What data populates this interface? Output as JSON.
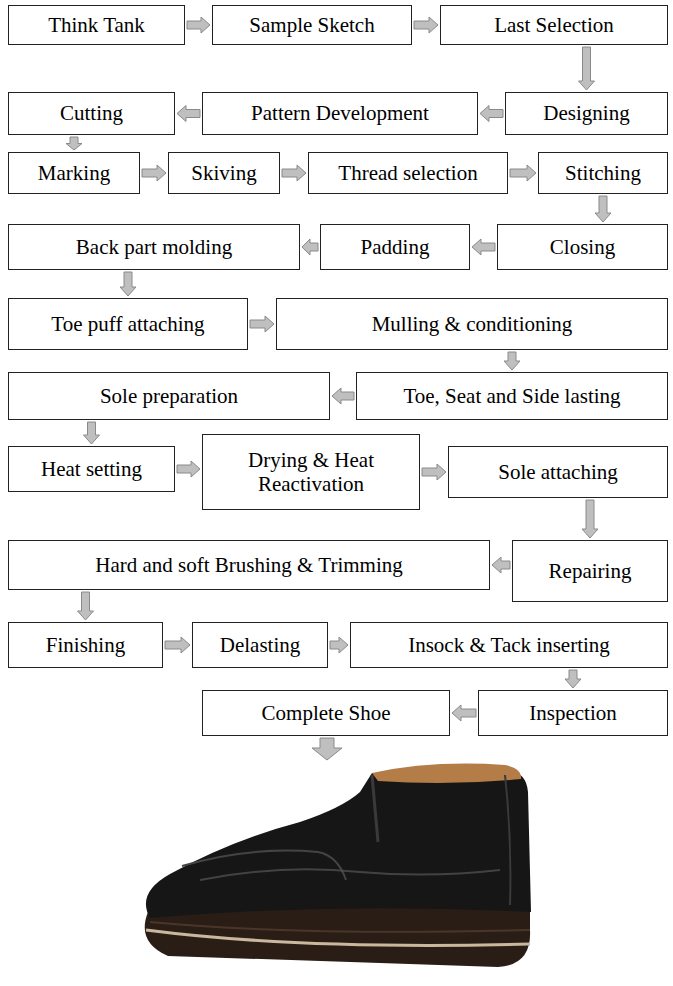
{
  "diagram": {
    "nodes": [
      {
        "text": [
          "Think Tank"
        ]
      },
      {
        "text": [
          "Sample Sketch"
        ]
      },
      {
        "text": [
          "Last Selection"
        ]
      },
      {
        "text": [
          "Designing"
        ]
      },
      {
        "text": [
          "Pattern Development"
        ]
      },
      {
        "text": [
          "Cutting"
        ]
      },
      {
        "text": [
          "Marking"
        ]
      },
      {
        "text": [
          "Skiving"
        ]
      },
      {
        "text": [
          "Thread selection"
        ]
      },
      {
        "text": [
          "Stitching"
        ]
      },
      {
        "text": [
          "Closing"
        ]
      },
      {
        "text": [
          "Padding"
        ]
      },
      {
        "text": [
          "Back part molding"
        ]
      },
      {
        "text": [
          "Toe puff attaching"
        ]
      },
      {
        "text": [
          "Mulling & conditioning"
        ]
      },
      {
        "text": [
          "Toe, Seat and Side lasting"
        ]
      },
      {
        "text": [
          "Sole preparation"
        ]
      },
      {
        "text": [
          "Heat setting"
        ]
      },
      {
        "text": [
          "Drying & Heat Reactivation"
        ]
      },
      {
        "text": [
          "Sole attaching"
        ]
      },
      {
        "text": [
          "Repairing"
        ]
      },
      {
        "text": [
          "Hard and soft Brushing & Trimming"
        ]
      },
      {
        "text": [
          "Finishing"
        ]
      },
      {
        "text": [
          "Delasting"
        ]
      },
      {
        "text": [
          "Insock & Tack inserting"
        ]
      },
      {
        "text": [
          "Inspection"
        ]
      },
      {
        "text": [
          "Complete Shoe"
        ]
      }
    ],
    "edges": [
      {
        "from": 0,
        "to": 1,
        "arrow": "to"
      },
      {
        "from": 1,
        "to": 2,
        "arrow": "to"
      },
      {
        "from": 2,
        "to": 3,
        "arrow": "to"
      },
      {
        "from": 3,
        "to": 4,
        "arrow": "to"
      },
      {
        "from": 4,
        "to": 5,
        "arrow": "to"
      },
      {
        "from": 5,
        "to": 6,
        "arrow": "to"
      },
      {
        "from": 6,
        "to": 7,
        "arrow": "to"
      },
      {
        "from": 7,
        "to": 8,
        "arrow": "to"
      },
      {
        "from": 8,
        "to": 9,
        "arrow": "to"
      },
      {
        "from": 9,
        "to": 10,
        "arrow": "to"
      },
      {
        "from": 10,
        "to": 11,
        "arrow": "to"
      },
      {
        "from": 11,
        "to": 12,
        "arrow": "to"
      },
      {
        "from": 12,
        "to": 13,
        "arrow": "to"
      },
      {
        "from": 13,
        "to": 14,
        "arrow": "to"
      },
      {
        "from": 14,
        "to": 15,
        "arrow": "to"
      },
      {
        "from": 15,
        "to": 16,
        "arrow": "to"
      },
      {
        "from": 16,
        "to": 17,
        "arrow": "to"
      },
      {
        "from": 17,
        "to": 18,
        "arrow": "to"
      },
      {
        "from": 18,
        "to": 19,
        "arrow": "to"
      },
      {
        "from": 19,
        "to": 20,
        "arrow": "to"
      },
      {
        "from": 20,
        "to": 21,
        "arrow": "to"
      },
      {
        "from": 21,
        "to": 22,
        "arrow": "to"
      },
      {
        "from": 22,
        "to": 23,
        "arrow": "to"
      },
      {
        "from": 23,
        "to": 24,
        "arrow": "to"
      },
      {
        "from": 24,
        "to": 25,
        "arrow": "to"
      },
      {
        "from": 25,
        "to": 26,
        "arrow": "to"
      }
    ]
  }
}
